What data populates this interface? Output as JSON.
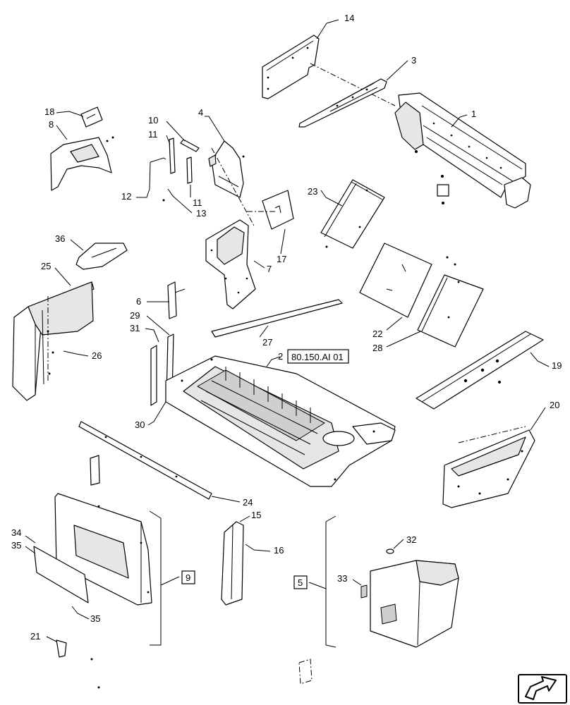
{
  "diagram": {
    "callouts": {
      "c1": "1",
      "c2": "2",
      "c3": "3",
      "c4": "4",
      "c6": "6",
      "c7": "7",
      "c8": "8",
      "c10": "10",
      "c11a": "11",
      "c11b": "11",
      "c12": "12",
      "c13": "13",
      "c14": "14",
      "c15": "15",
      "c16": "16",
      "c17": "17",
      "c18": "18",
      "c19": "19",
      "c20": "20",
      "c21": "21",
      "c22": "22",
      "c23": "23",
      "c24": "24",
      "c25": "25",
      "c26": "26",
      "c27": "27",
      "c28": "28",
      "c29": "29",
      "c30": "30",
      "c31": "31",
      "c32": "32",
      "c33": "33",
      "c34": "34",
      "c35a": "35",
      "c35b": "35",
      "c36": "36"
    },
    "reference_box": "80.150.AI 01",
    "group_box_9": "9",
    "group_box_5": "5",
    "nav_icon": "next-page-arrow-icon"
  }
}
